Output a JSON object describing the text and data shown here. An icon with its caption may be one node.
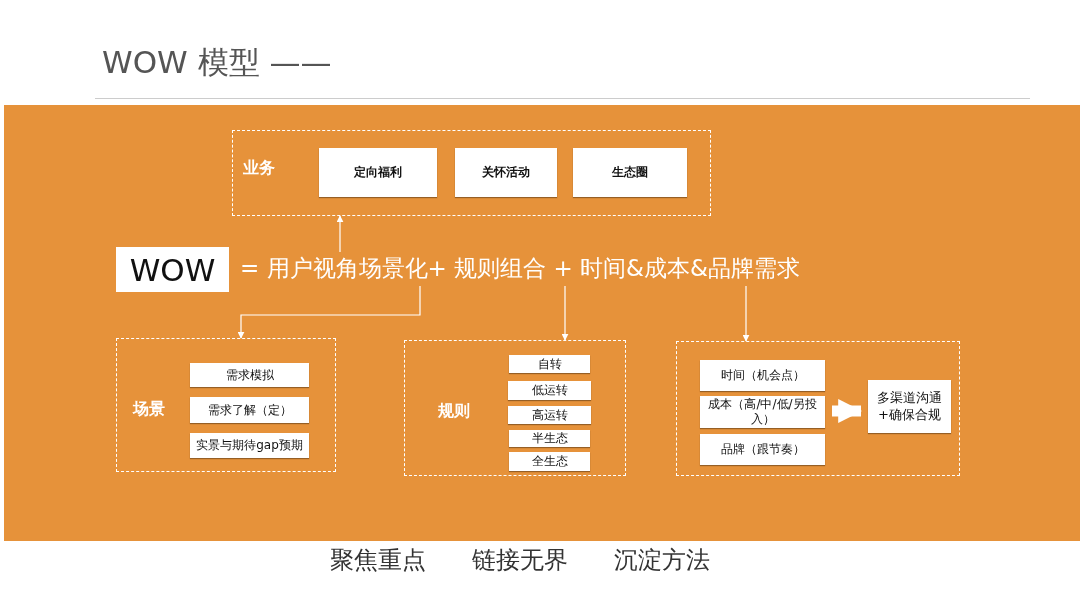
{
  "diagram": {
    "title": "WOW 模型 ——",
    "nodes": [
      {
        "text": [
          "业务"
        ]
      },
      {
        "text": [
          "定向福利"
        ],
        "in": 0
      },
      {
        "text": [
          "关怀活动"
        ],
        "in": 0
      },
      {
        "text": [
          "生态圈"
        ],
        "in": 0
      },
      {
        "text": [
          "WOW"
        ]
      },
      {
        "text": [
          "= 用户视角场景化+ 规则组合 + 时间&成本&品牌需求"
        ]
      },
      {
        "text": [
          "场景"
        ]
      },
      {
        "text": [
          "需求模拟"
        ],
        "in": 6
      },
      {
        "text": [
          "需求了解（定）"
        ],
        "in": 6
      },
      {
        "text": [
          "实景与期待gap预期"
        ],
        "in": 6
      },
      {
        "text": [
          "规则"
        ]
      },
      {
        "text": [
          "自转"
        ],
        "in": 10
      },
      {
        "text": [
          "低运转"
        ],
        "in": 10
      },
      {
        "text": [
          "高运转"
        ],
        "in": 10
      },
      {
        "text": [
          "半生态"
        ],
        "in": 10
      },
      {
        "text": [
          "全生态"
        ],
        "in": 10
      },
      {
        "text": [],
        "shape": "box"
      },
      {
        "text": [
          "时间（机会点）"
        ],
        "in": 16
      },
      {
        "text": [
          "成本（高/中/低/另投入）"
        ],
        "in": 16
      },
      {
        "text": [
          "品牌（跟节奏）"
        ],
        "in": 16
      },
      {
        "text": [
          "多渠道沟通+确保合规"
        ],
        "in": 16
      }
    ],
    "edges": [
      {
        "from": 5,
        "to": 0,
        "arrow": "to"
      },
      {
        "from": 5,
        "to": 6,
        "arrow": "to"
      },
      {
        "from": 5,
        "to": 10,
        "arrow": "to"
      },
      {
        "from": 5,
        "to": 16,
        "arrow": "to"
      },
      {
        "from": 18,
        "to": 20,
        "arrow": "to",
        "style": "thick"
      }
    ],
    "labels": [
      "聚焦重点",
      "链接无界",
      "沉淀方法"
    ]
  }
}
